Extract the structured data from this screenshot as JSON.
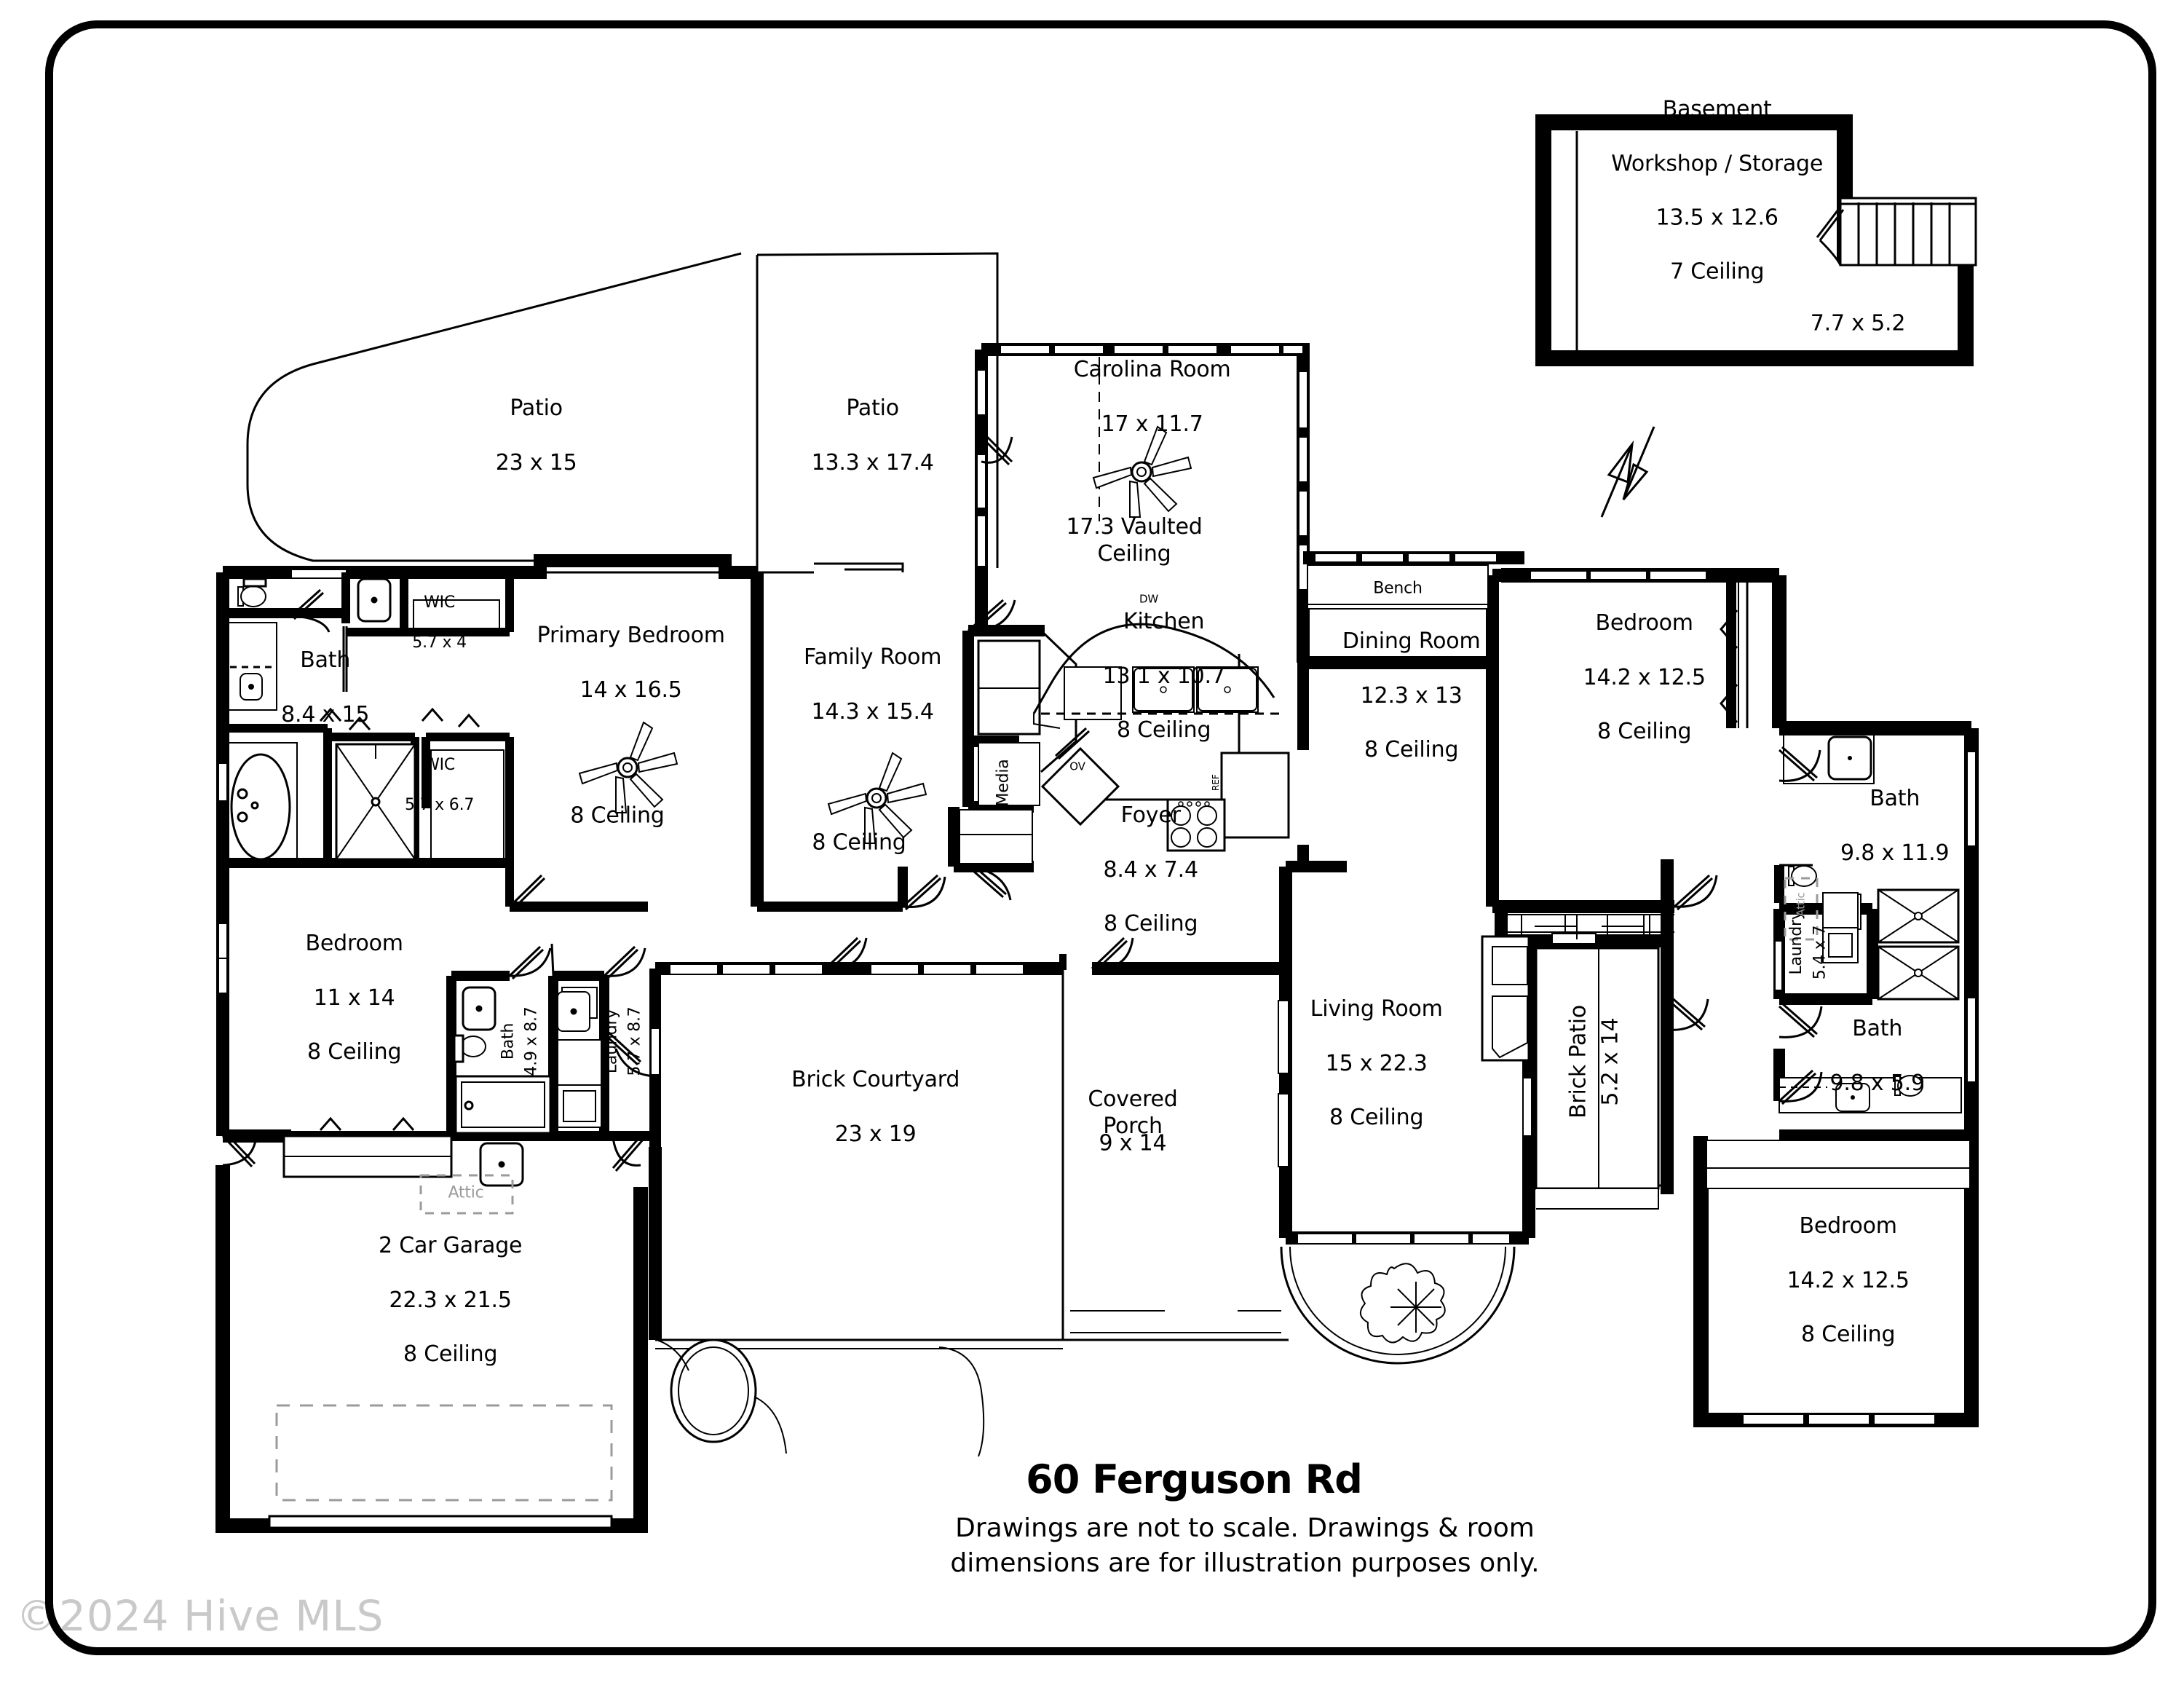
{
  "document": {
    "title": "60 Ferguson Rd",
    "disclaimer": "Drawings are not to scale. Drawings & room\ndimensions are for illustration purposes only.",
    "watermark": "©2024 Hive MLS",
    "type": "residential-floor-plan"
  },
  "basement": {
    "name": "Basement",
    "sub": "Workshop / Storage",
    "dimensions": "13.5 x 12.6",
    "ceiling": "7 Ceiling",
    "stair_landing_dimensions": "7.7 x 5.2"
  },
  "rooms": {
    "patio_large": {
      "name": "Patio",
      "dimensions": "23 x 15"
    },
    "patio_small": {
      "name": "Patio",
      "dimensions": "13.3 x 17.4"
    },
    "carolina_room": {
      "name": "Carolina Room",
      "dimensions": "17 x 11.7",
      "ceiling": "17.3 Vaulted\nCeiling"
    },
    "primary_bedroom": {
      "name": "Primary Bedroom",
      "dimensions": "14 x 16.5",
      "ceiling": "8 Ceiling"
    },
    "primary_bath": {
      "name": "Bath",
      "dimensions": "8.4 x 15"
    },
    "wic_upper": {
      "name": "WIC",
      "dimensions": "5.7 x 4"
    },
    "wic_lower": {
      "name": "WIC",
      "dimensions": "5.7 x 6.7"
    },
    "family_room": {
      "name": "Family Room",
      "dimensions": "14.3 x 15.4",
      "ceiling": "8 Ceiling"
    },
    "kitchen": {
      "name": "Kitchen",
      "dimensions": "13.1 x 10.7",
      "ceiling": "8 Ceiling"
    },
    "foyer": {
      "name": "Foyer",
      "dimensions": "8.4 x 7.4",
      "ceiling": "8 Ceiling"
    },
    "dining_room": {
      "name": "Dining Room",
      "dimensions": "12.3 x 13",
      "ceiling": "8 Ceiling"
    },
    "bedroom_ne": {
      "name": "Bedroom",
      "dimensions": "14.2 x 12.5",
      "ceiling": "8 Ceiling"
    },
    "bath_ne": {
      "name": "Bath",
      "dimensions": "9.8 x 11.9"
    },
    "laundry_east": {
      "name": "Laundry",
      "dimensions": "5.4 x 7"
    },
    "bath_se": {
      "name": "Bath",
      "dimensions": "9.8 x 5.9"
    },
    "bedroom_se": {
      "name": "Bedroom",
      "dimensions": "14.2 x 12.5",
      "ceiling": "8 Ceiling"
    },
    "bedroom_sw": {
      "name": "Bedroom",
      "dimensions": "11 x 14",
      "ceiling": "8 Ceiling"
    },
    "bath_sw": {
      "name": "Bath",
      "dimensions": "4.9 x 8.7"
    },
    "laundry_west": {
      "name": "Laundry",
      "dimensions": "5.7 x 8.7"
    },
    "garage": {
      "name": "2 Car Garage",
      "dimensions": "22.3 x 21.5",
      "ceiling": "8 Ceiling"
    },
    "brick_courtyard": {
      "name": "Brick Courtyard",
      "dimensions": "23 x 19"
    },
    "covered_porch": {
      "name": "Covered\nPorch",
      "dimensions": "9 x 14"
    },
    "living_room": {
      "name": "Living Room",
      "dimensions": "15 x 22.3",
      "ceiling": "8 Ceiling"
    },
    "brick_patio": {
      "name": "Brick Patio",
      "dimensions": "5.2 x 14"
    }
  },
  "annotations": {
    "bench": "Bench",
    "media": "Media",
    "attic_garage": "Attic",
    "attic_east": "Attic",
    "dishwasher": "DW",
    "oven": "OV"
  },
  "colors": {
    "wall": "#000000",
    "thin_line": "#000000",
    "fill": "#ffffff",
    "ghost": "#9b9b9b",
    "watermark": "#787878"
  }
}
